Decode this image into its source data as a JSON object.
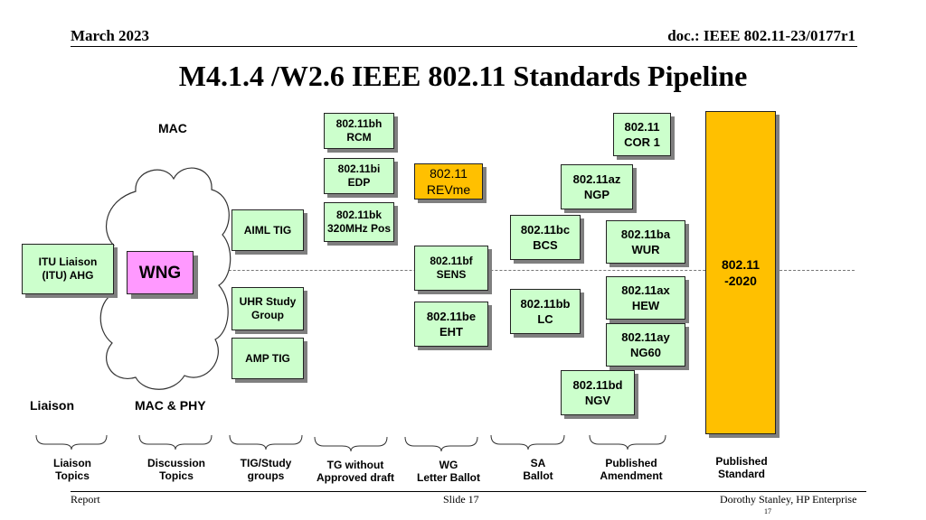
{
  "header": {
    "date": "March 2023",
    "doc": "doc.: IEEE 802.11-23/0177r1"
  },
  "title": "M4.1.4 /W2.6 IEEE 802.11 Standards Pipeline",
  "labels": {
    "mac": "MAC",
    "liaison": "Liaison",
    "mac_phy": "MAC & PHY"
  },
  "boxes": {
    "itu": {
      "l1": "ITU Liaison",
      "l2": "(ITU) AHG"
    },
    "wng": "WNG",
    "aiml": "AIML TIG",
    "uhr": {
      "l1": "UHR Study",
      "l2": "Group"
    },
    "amp": "AMP TIG",
    "bh": {
      "l1": "802.11bh",
      "l2": "RCM"
    },
    "bi": {
      "l1": "802.11bi",
      "l2": "EDP"
    },
    "bk": {
      "l1": "802.11bk",
      "l2": "320MHz Pos"
    },
    "revme": {
      "l1": "802.11",
      "l2": "REVme"
    },
    "bf": {
      "l1": "802.11bf",
      "l2": "SENS"
    },
    "be": {
      "l1": "802.11be",
      "l2": "EHT"
    },
    "bc": {
      "l1": "802.11bc",
      "l2": "BCS"
    },
    "bb": {
      "l1": "802.11bb",
      "l2": "LC"
    },
    "cor1": {
      "l1": "802.11",
      "l2": "COR 1"
    },
    "az": {
      "l1": "802.11az",
      "l2": "NGP"
    },
    "ba": {
      "l1": "802.11ba",
      "l2": "WUR"
    },
    "ax": {
      "l1": "802.11ax",
      "l2": "HEW"
    },
    "ay": {
      "l1": "802.11ay",
      "l2": "NG60"
    },
    "bd": {
      "l1": "802.11bd",
      "l2": "NGV"
    },
    "std": {
      "l1": "802.11",
      "l2": "-2020"
    }
  },
  "bottom": {
    "liaison": {
      "l1": "Liaison",
      "l2": "Topics"
    },
    "discussion": {
      "l1": "Discussion",
      "l2": "Topics"
    },
    "tig": {
      "l1": "TIG/Study",
      "l2": "groups"
    },
    "tg": {
      "l1": "TG without",
      "l2": "Approved draft"
    },
    "wg": {
      "l1": "WG",
      "l2": "Letter Ballot"
    },
    "sa": {
      "l1": "SA",
      "l2": "Ballot"
    },
    "amend": {
      "l1": "Published",
      "l2": "Amendment"
    },
    "standard": {
      "l1": "Published",
      "l2": "Standard"
    }
  },
  "footer": {
    "left": "Report",
    "center": "Slide 17",
    "right": "Dorothy Stanley, HP Enterprise",
    "page": "17"
  }
}
